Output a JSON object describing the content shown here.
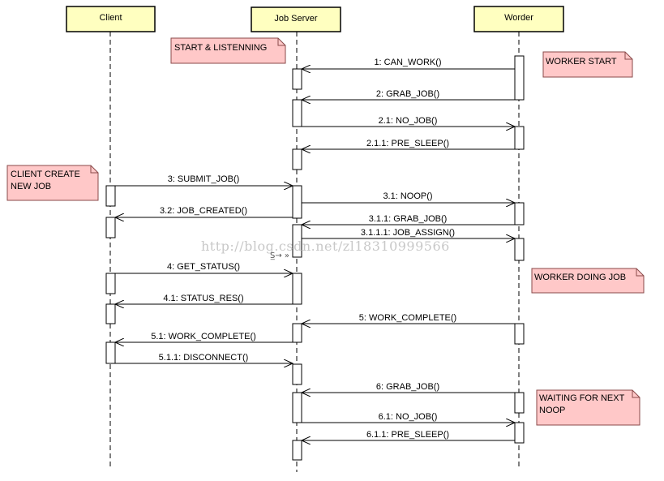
{
  "participants": [
    {
      "id": "client",
      "label": "Client"
    },
    {
      "id": "server",
      "label": "Job Server"
    },
    {
      "id": "worker",
      "label": "Worder"
    }
  ],
  "messages": [
    {
      "label": "1: CAN_WORK()",
      "from": "worker",
      "to": "server"
    },
    {
      "label": "2: GRAB_JOB()",
      "from": "worker",
      "to": "server"
    },
    {
      "label": "2.1: NO_JOB()",
      "from": "server",
      "to": "worker"
    },
    {
      "label": "2.1.1: PRE_SLEEP()",
      "from": "worker",
      "to": "server"
    },
    {
      "label": "3: SUBMIT_JOB()",
      "from": "client",
      "to": "server"
    },
    {
      "label": "3.1: NOOP()",
      "from": "server",
      "to": "worker"
    },
    {
      "label": "3.2: JOB_CREATED()",
      "from": "server",
      "to": "client"
    },
    {
      "label": "3.1.1: GRAB_JOB()",
      "from": "worker",
      "to": "server"
    },
    {
      "label": "3.1.1.1: JOB_ASSIGN()",
      "from": "server",
      "to": "worker"
    },
    {
      "label": "4: GET_STATUS()",
      "from": "client",
      "to": "server"
    },
    {
      "label": "4.1: STATUS_RES()",
      "from": "server",
      "to": "client"
    },
    {
      "label": "5: WORK_COMPLETE()",
      "from": "worker",
      "to": "server"
    },
    {
      "label": "5.1: WORK_COMPLETE()",
      "from": "server",
      "to": "client"
    },
    {
      "label": "5.1.1: DISCONNECT()",
      "from": "client",
      "to": "server"
    },
    {
      "label": "6: GRAB_JOB()",
      "from": "worker",
      "to": "server"
    },
    {
      "label": "6.1: NO_JOB()",
      "from": "server",
      "to": "worker"
    },
    {
      "label": "6.1.1: PRE_SLEEP()",
      "from": "worker",
      "to": "server"
    }
  ],
  "notes": [
    {
      "lines": [
        "START & LISTENNING"
      ]
    },
    {
      "lines": [
        "WORKER START"
      ]
    },
    {
      "lines": [
        "CLIENT CREATE",
        "NEW JOB"
      ]
    },
    {
      "lines": [
        "WORKER DOING JOB"
      ]
    },
    {
      "lines": [
        "WAITING FOR NEXT",
        "NOOP"
      ]
    }
  ],
  "watermark": "http://blog.csdn.net/zl18310999566",
  "colors": {
    "participant_fill": "#ffffc0",
    "note_fill": "#ffc8c8",
    "note_border": "#8a4a4a",
    "line": "#000000"
  }
}
